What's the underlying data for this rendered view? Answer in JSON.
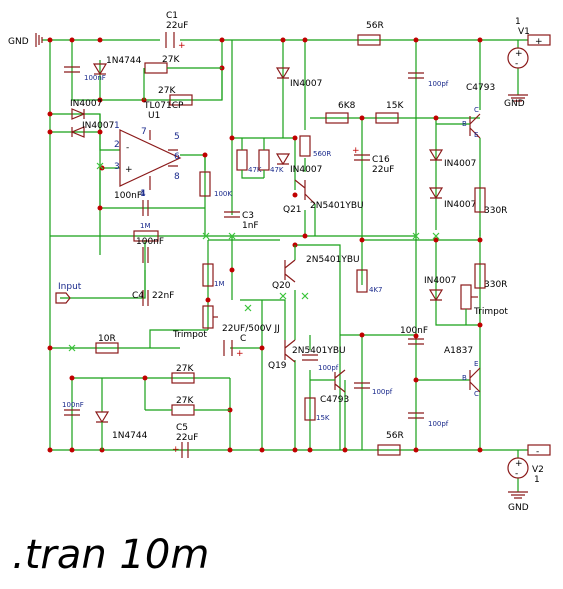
{
  "labels": {
    "gnd_left": "GND",
    "gnd_v1": "GND",
    "gnd_v2": "GND",
    "input": "Input",
    "sim_directive": ".tran 10m"
  },
  "sources": {
    "v1": {
      "name": "V1",
      "value": "1",
      "pin": "1"
    },
    "v2": {
      "name": "V2",
      "value": "1",
      "pin": "1"
    }
  },
  "components": {
    "c1": {
      "name": "C1",
      "value": "22uF"
    },
    "r_56r_top": "56R",
    "d_1n4744_top": "1N4744",
    "c_100nf_top": "100nF",
    "r_27k_a": "27K",
    "r_27k_b": "27K",
    "opamp": {
      "part": "TL071CP",
      "ref": "U1",
      "pins": [
        "1",
        "2",
        "3",
        "4",
        "5",
        "6",
        "7",
        "8"
      ]
    },
    "d_in4007_a": "IN4007",
    "d_in4007_b": "IN4007",
    "d_in4007_c": "IN4007",
    "r_6k8": "6K8",
    "r_15k_top": "15K",
    "c_100pf_top": "100pf",
    "q_c4793_top": "C4793",
    "r_560r": "560R",
    "r_47k_a": "47K",
    "r_47k_b": "47K",
    "d_in4007_d": "IN4007",
    "c16": {
      "name": "C16",
      "value": "22uF"
    },
    "d_in4007_e": "IN4007",
    "d_in4007_f": "IN4007",
    "r_330r_a": "330R",
    "r_100k": "100K",
    "c3": {
      "name": "C3",
      "value": "1nF"
    },
    "q21": {
      "name": "Q21",
      "part": "2N5401YBU"
    },
    "c_100nf_mid": "100nF",
    "r_1m_a": "1M",
    "c_100nf_b": "100nF",
    "q20": {
      "name": "Q20",
      "part": "2N5401YBU"
    },
    "d_in4007_g": "IN4007",
    "r_330r_b": "330R",
    "r_1m_b": "1M",
    "c4": {
      "name": "C4",
      "value": "22nF"
    },
    "r_4k7": "4K7",
    "trimpot_a": "Trimpot",
    "trimpot_b": "Trimpot",
    "c_22uf_500v": {
      "name": "C",
      "value": "22UF/500V JJ"
    },
    "c_100nf_right": "100nF",
    "r_10r": "10R",
    "q19": {
      "name": "Q19",
      "part": "2N5401YBU"
    },
    "q_a1837": "A1837",
    "c_100pf_a": "100pf",
    "c_100pf_b": "100pf",
    "q_c4793_bot": "C4793",
    "r_27k_c": "27K",
    "r_27k_d": "27K",
    "c_100nf_bot": "100nF",
    "d_1n4744_bot": "1N4744",
    "c5": {
      "name": "C5",
      "value": "22uF"
    },
    "r_15k_bot": "15K",
    "r_56r_bot": "56R",
    "c_100pf_c": "100pf"
  },
  "terminals": {
    "plus": "+",
    "minus": "-"
  }
}
